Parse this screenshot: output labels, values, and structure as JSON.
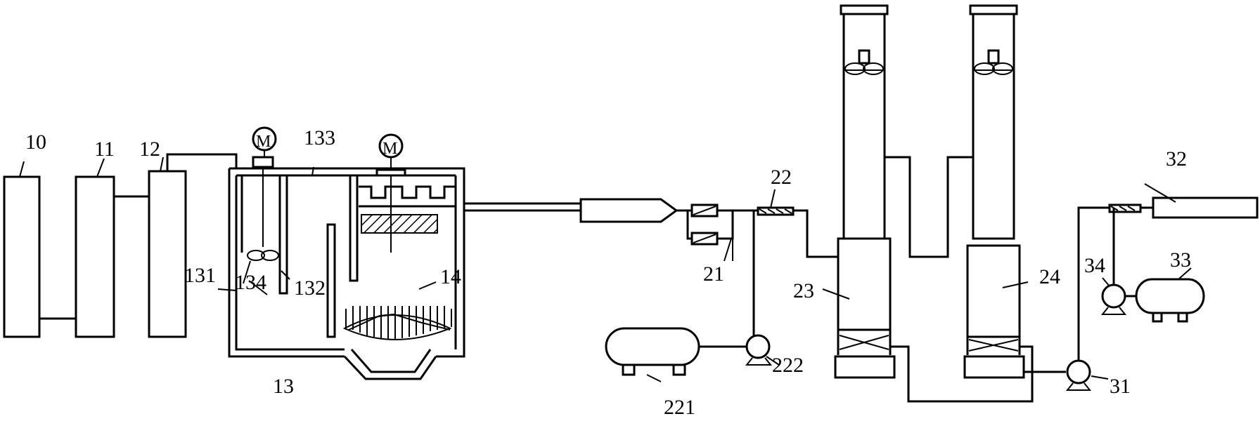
{
  "labels": {
    "l10": "10",
    "l11": "11",
    "l12": "12",
    "l13": "13",
    "l131": "131",
    "l132": "132",
    "l133": "133",
    "l134": "134",
    "l14": "14",
    "l21": "21",
    "l22": "22",
    "l221": "221",
    "l222": "222",
    "l23": "23",
    "l24": "24",
    "l31": "31",
    "l32": "32",
    "l33": "33",
    "l34": "34"
  },
  "motor_label": "M"
}
